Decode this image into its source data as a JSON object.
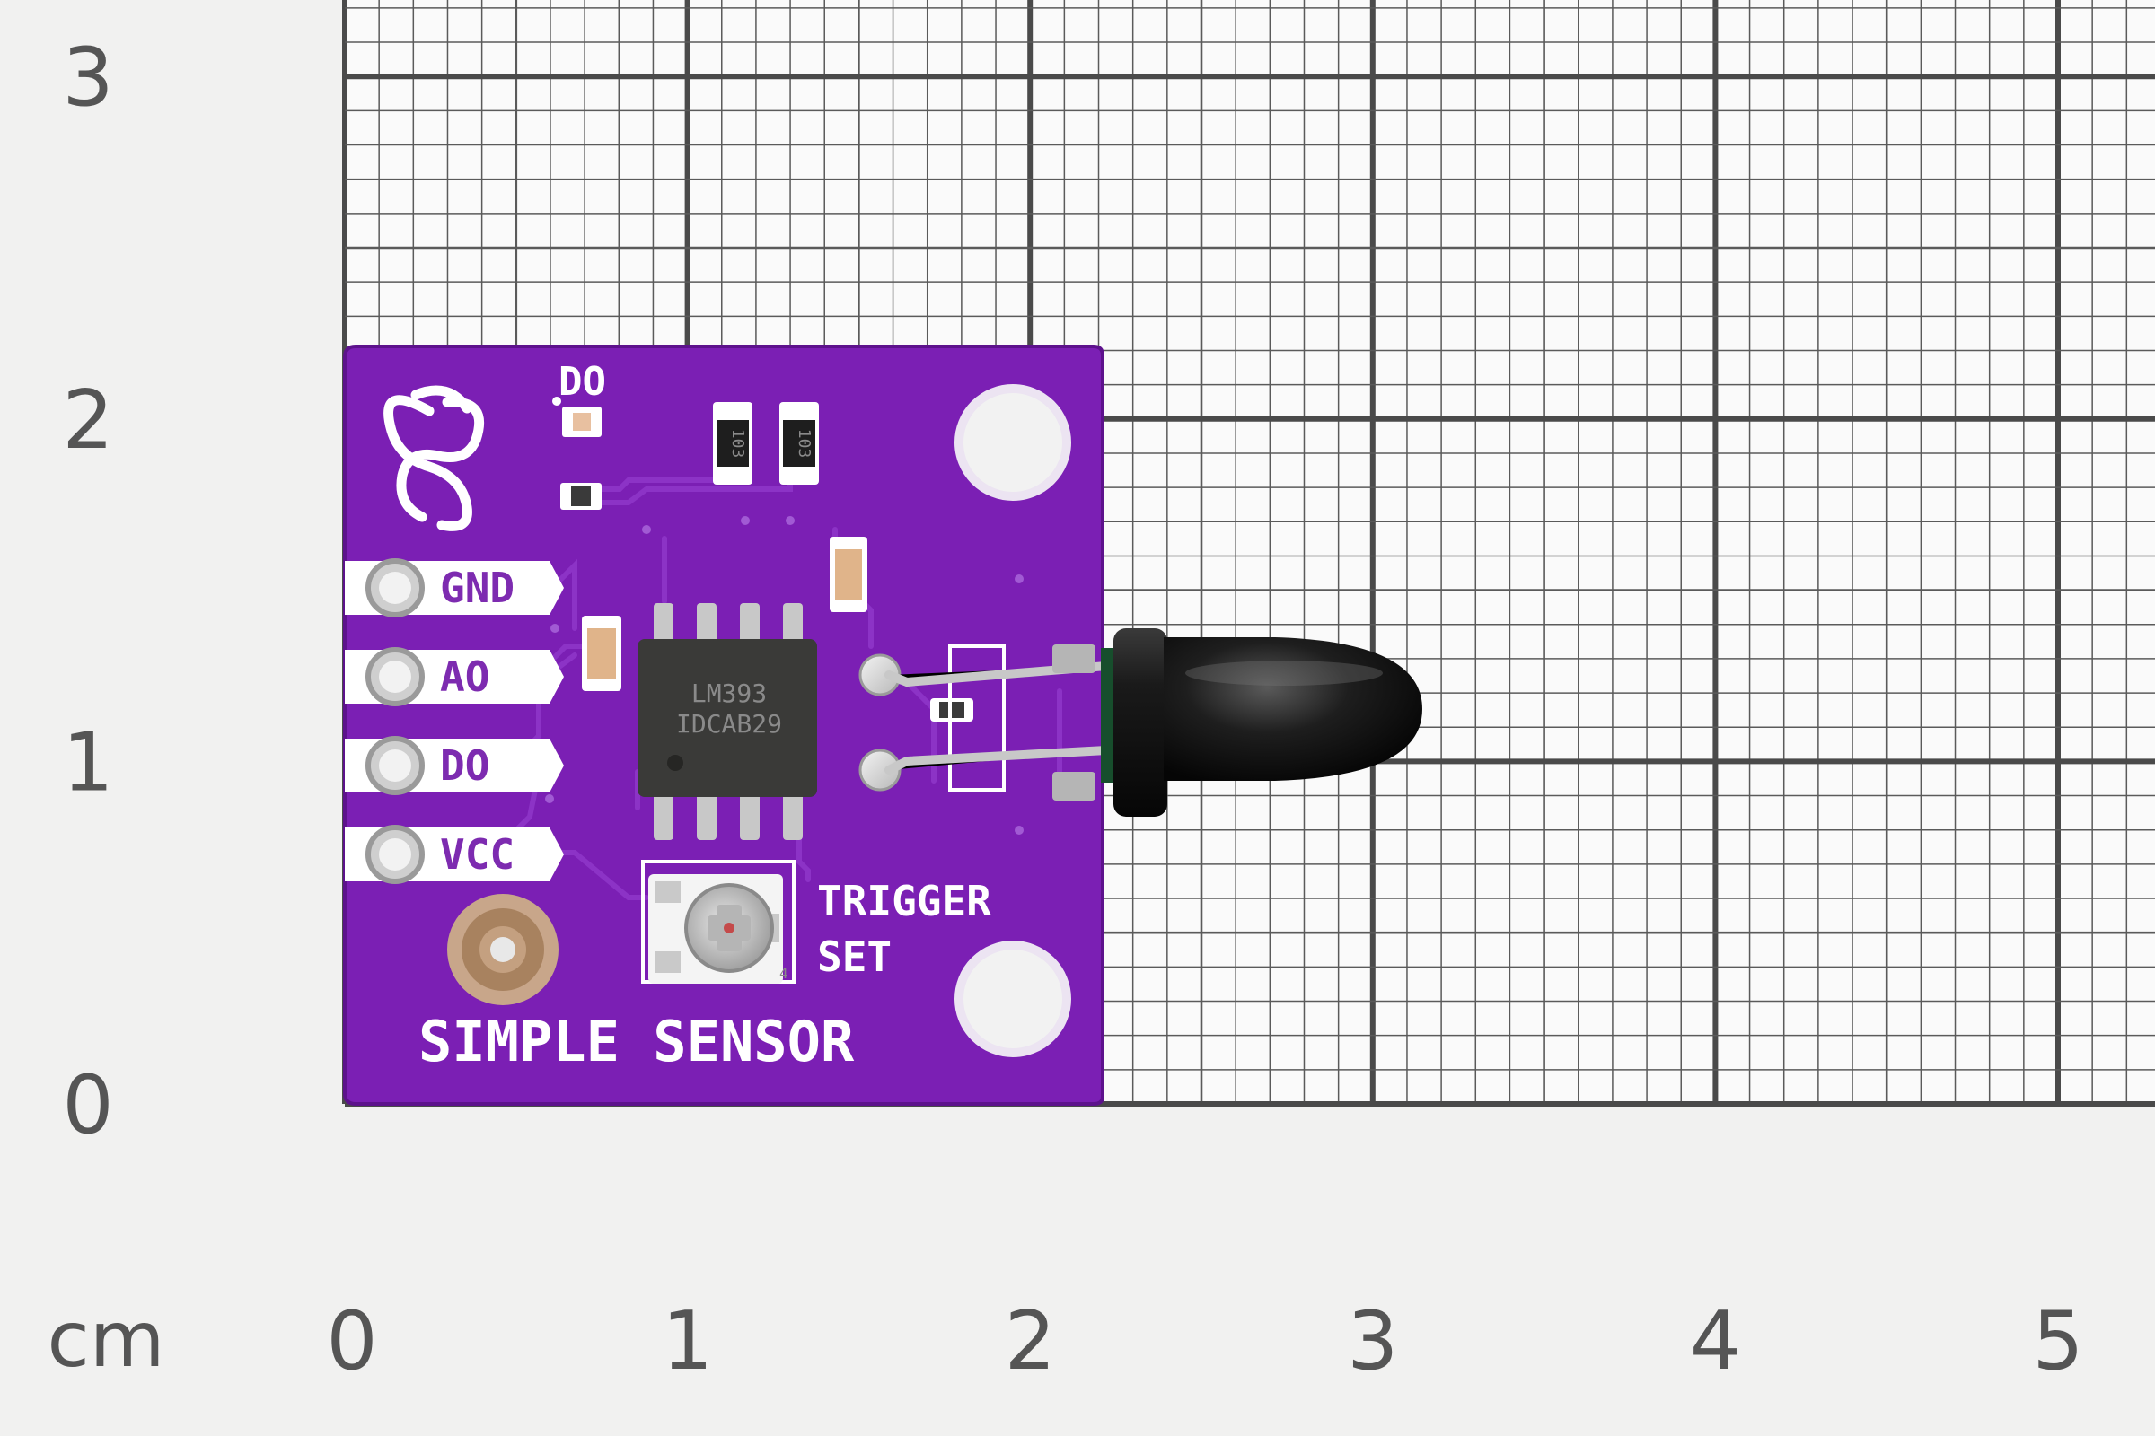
{
  "ruler": {
    "unit_label": "cm",
    "x_ticks": [
      "0",
      "1",
      "2",
      "3",
      "4",
      "5"
    ],
    "y_ticks": [
      "0",
      "1",
      "2",
      "3"
    ]
  },
  "board": {
    "title": "SIMPLE SENSOR",
    "led_label": "DO",
    "trigger_line1": "TRIGGER",
    "trigger_line2": "SET",
    "pins": [
      "GND",
      "AO",
      "DO",
      "VCC"
    ],
    "chip_line1": "LM393",
    "chip_line2": "IDCAB29",
    "resistor_code": "103",
    "pot_marker": "4"
  },
  "colors": {
    "pcb": "#7b1fb4",
    "silkscreen": "#ffffff",
    "grid": "#4a4a4a",
    "background": "#f1f1f0",
    "sensor": "#1a1a1a"
  }
}
